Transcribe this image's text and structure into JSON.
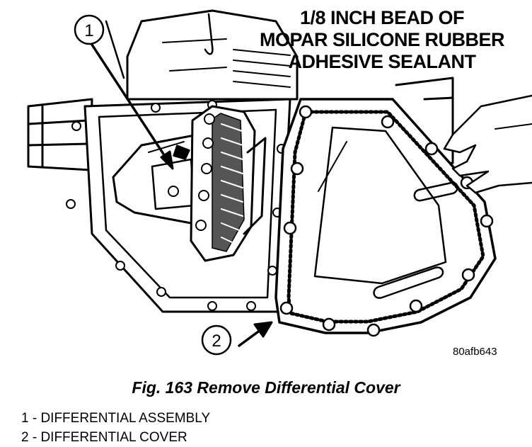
{
  "callout_note": {
    "line1": "1/8 INCH BEAD OF",
    "line2": "MOPAR SILICONE RUBBER",
    "line3": "ADHESIVE SEALANT"
  },
  "callouts": [
    {
      "number": "1"
    },
    {
      "number": "2"
    }
  ],
  "figure_code": "80afb643",
  "caption": "Fig. 163 Remove Differential Cover",
  "legend": [
    {
      "text": "1 - DIFFERENTIAL ASSEMBLY"
    },
    {
      "text": "2 - DIFFERENTIAL COVER"
    }
  ]
}
